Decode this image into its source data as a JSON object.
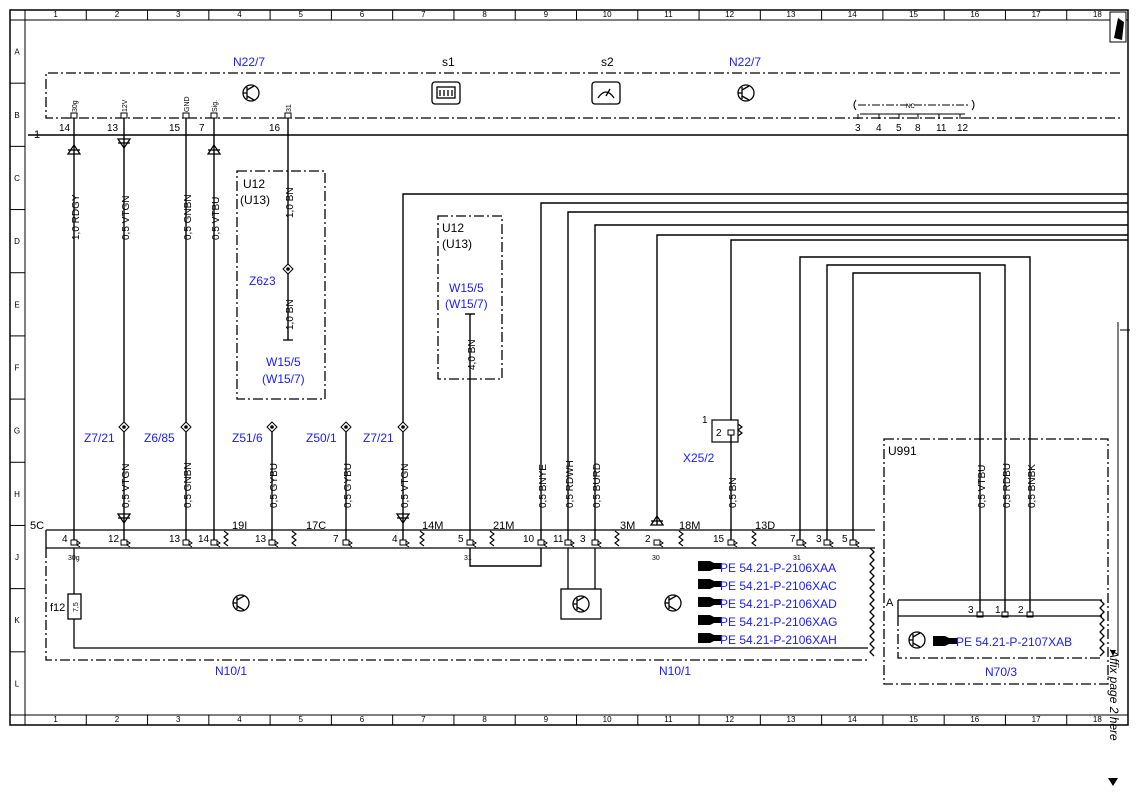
{
  "grid": {
    "columns": [
      "1",
      "2",
      "3",
      "4",
      "5",
      "6",
      "7",
      "8",
      "9",
      "10",
      "11",
      "12",
      "13",
      "14",
      "15",
      "16",
      "17",
      "18"
    ],
    "rows": [
      "A",
      "B",
      "C",
      "D",
      "E",
      "F",
      "G",
      "H",
      "J",
      "K",
      "L"
    ]
  },
  "components": {
    "n22_7_left": "N22/7",
    "s1": "s1",
    "s2": "s2",
    "n22_7_right": "N22/7",
    "n10_1_left": "N10/1",
    "n10_1_right": "N10/1",
    "n70_3": "N70/3",
    "u991": "U991",
    "x25_2": "X25/2",
    "u12_a": "U12",
    "u13_a": "(U13)",
    "u12_b": "U12",
    "u13_b": "(U13)",
    "w15_5_a": "W15/5",
    "w15_7_a": "(W15/7)",
    "w15_5_b": "W15/5",
    "w15_7_b": "(W15/7)",
    "z6z3": "Z6z3",
    "z7_21_a": "Z7/21",
    "z6_85": "Z6/85",
    "z51_6": "Z51/6",
    "z50_1": "Z50/1",
    "z7_21_b": "Z7/21",
    "f12": "f12",
    "f12_rating": "7,5",
    "conn_A": "A",
    "line_1": "1",
    "nc": "NC"
  },
  "top_pins": {
    "signals": [
      "30g",
      "12V",
      "GND",
      "Sig."
    ],
    "pins": [
      "14",
      "13",
      "15",
      "7",
      "16"
    ],
    "pin31": "31",
    "nc_pins": [
      "3",
      "4",
      "5",
      "8",
      "11",
      "12"
    ]
  },
  "wires": {
    "w1": "1,0 RDGY",
    "w2": "0,5 VTGN",
    "w3": "0,5 GNBN",
    "w4": "0,5 VTBU",
    "w5": "1,0 BN",
    "w6": "1,0 BN",
    "w7": "4,0 BN",
    "lw2": "0,5 VTGN",
    "lw3": "0,5 GNBN",
    "lw4": "0,5 GYBU",
    "lw5": "0,5 GYBU",
    "lw6": "0,5 VTGN",
    "lw7": "0,5 BNYE",
    "lw8": "0,5 RDWH",
    "lw9": "0,5 BURD",
    "lw10": "0,5 BN",
    "r1": "0,5 VTBU",
    "r2": "0,5 RDBU",
    "r3": "0,5 BNBK"
  },
  "bottom_connectors": {
    "c5C": "5C",
    "c19I": "19I",
    "c17C": "17C",
    "c14M": "14M",
    "c21M": "21M",
    "c3M": "3M",
    "c18M": "18M",
    "c13D": "13D",
    "p4": "4",
    "p12": "12",
    "p13a": "13",
    "p14": "14",
    "p13b": "13",
    "p7a": "7",
    "p4b": "4",
    "p5a": "5",
    "p10": "10",
    "p11": "11",
    "p3a": "3",
    "p2": "2",
    "p15": "15",
    "p7b": "7",
    "p3b": "3",
    "p5b": "5",
    "g30g": "30g",
    "g31a": "31",
    "g30": "30",
    "g31b": "31",
    "x2": "2",
    "x1": "1",
    "n70p3": "3",
    "n70p1": "1",
    "n70p2": "2"
  },
  "references": [
    "PE 54.21-P-2106XAA",
    "PE 54.21-P-2106XAC",
    "PE 54.21-P-2106XAD",
    "PE 54.21-P-2106XAG",
    "PE 54.21-P-2106XAH"
  ],
  "reference_n70": "PE 54.21-P-2107XAB",
  "affix_note": "Affix page 2 here"
}
